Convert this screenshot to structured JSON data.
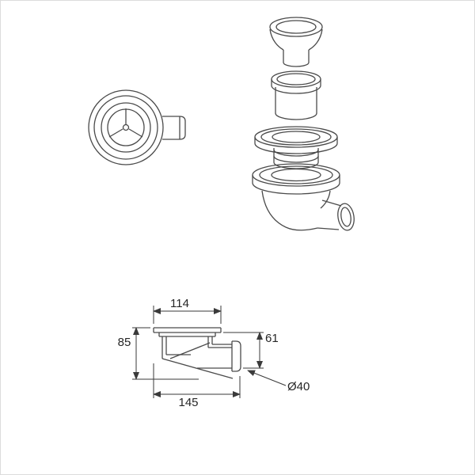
{
  "page": {
    "background": "#ffffff",
    "border_color": "#dcdcdc"
  },
  "diagram": {
    "subject": "shower-waste-trap-technical-drawing",
    "stroke": "#4a4a4a",
    "dimension_stroke": "#3a3a3a",
    "text_color": "#262626",
    "dimensions": {
      "width_top": "114",
      "height_left": "85",
      "height_right": "61",
      "length_bottom": "145",
      "outlet_diameter": "Ø40"
    }
  }
}
